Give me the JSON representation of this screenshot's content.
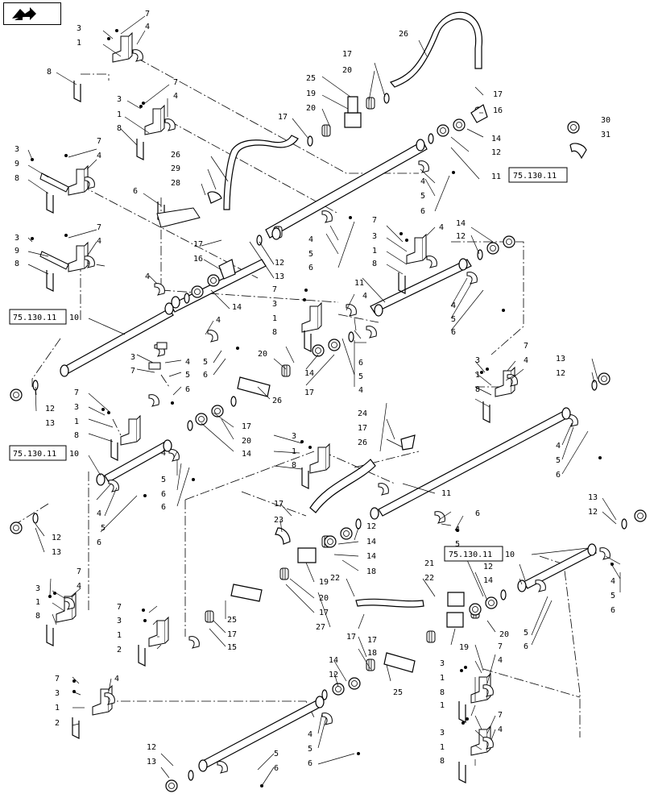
{
  "nav": {
    "icon": "back-arrow-icon"
  },
  "reference_boxes": [
    "75.130.11",
    "75.130.11",
    "75.130.11",
    "75.130.11"
  ],
  "callouts": [
    "1",
    "2",
    "3",
    "4",
    "5",
    "6",
    "7",
    "8",
    "9",
    "10",
    "11",
    "12",
    "13",
    "14",
    "15",
    "16",
    "17",
    "18",
    "19",
    "20",
    "21",
    "22",
    "23",
    "24",
    "25",
    "26",
    "27",
    "28",
    "29",
    "30",
    "31"
  ]
}
